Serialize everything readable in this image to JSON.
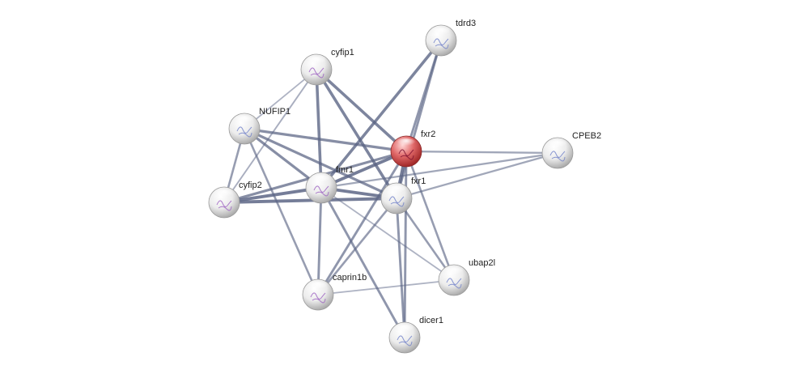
{
  "network": {
    "query_protein": "fxr2",
    "colors": {
      "query_node": "#d9534f",
      "partner_node": "#e6e6e6",
      "edge": "#5a6484",
      "label": "#222222"
    },
    "nodes": [
      {
        "id": "tdrd3",
        "label": "tdrd3",
        "query": false
      },
      {
        "id": "cyfip1",
        "label": "cyfip1",
        "query": false
      },
      {
        "id": "NUFIP1",
        "label": "NUFIP1",
        "query": false
      },
      {
        "id": "fxr2",
        "label": "fxr2",
        "query": true
      },
      {
        "id": "CPEB2",
        "label": "CPEB2",
        "query": false
      },
      {
        "id": "fmr1",
        "label": "fmr1",
        "query": false
      },
      {
        "id": "fxr1",
        "label": "fxr1",
        "query": false
      },
      {
        "id": "cyfip2",
        "label": "cyfip2",
        "query": false
      },
      {
        "id": "ubap2l",
        "label": "ubap2l",
        "query": false
      },
      {
        "id": "caprin1b",
        "label": "caprin1b",
        "query": false
      },
      {
        "id": "dicer1",
        "label": "dicer1",
        "query": false
      }
    ],
    "edges": [
      {
        "source": "cyfip1",
        "target": "NUFIP1",
        "strength": 0.25
      },
      {
        "source": "cyfip1",
        "target": "fmr1",
        "strength": 0.8
      },
      {
        "source": "cyfip1",
        "target": "fxr2",
        "strength": 0.8
      },
      {
        "source": "cyfip1",
        "target": "fxr1",
        "strength": 0.8
      },
      {
        "source": "cyfip1",
        "target": "cyfip2",
        "strength": 0.3
      },
      {
        "source": "tdrd3",
        "target": "fxr2",
        "strength": 0.6
      },
      {
        "source": "tdrd3",
        "target": "fmr1",
        "strength": 0.8
      },
      {
        "source": "tdrd3",
        "target": "fxr1",
        "strength": 0.6
      },
      {
        "source": "NUFIP1",
        "target": "fxr2",
        "strength": 0.7
      },
      {
        "source": "NUFIP1",
        "target": "fmr1",
        "strength": 0.7
      },
      {
        "source": "NUFIP1",
        "target": "fxr1",
        "strength": 0.7
      },
      {
        "source": "NUFIP1",
        "target": "cyfip2",
        "strength": 0.5
      },
      {
        "source": "NUFIP1",
        "target": "caprin1b",
        "strength": 0.5
      },
      {
        "source": "fxr2",
        "target": "CPEB2",
        "strength": 0.4
      },
      {
        "source": "fxr2",
        "target": "fmr1",
        "strength": 0.9
      },
      {
        "source": "fxr2",
        "target": "fxr1",
        "strength": 0.9
      },
      {
        "source": "fxr2",
        "target": "cyfip2",
        "strength": 0.7
      },
      {
        "source": "fxr2",
        "target": "caprin1b",
        "strength": 0.6
      },
      {
        "source": "fxr2",
        "target": "dicer1",
        "strength": 0.6
      },
      {
        "source": "fxr2",
        "target": "ubap2l",
        "strength": 0.5
      },
      {
        "source": "CPEB2",
        "target": "fxr1",
        "strength": 0.4
      },
      {
        "source": "CPEB2",
        "target": "fmr1",
        "strength": 0.4
      },
      {
        "source": "fmr1",
        "target": "fxr1",
        "strength": 0.9
      },
      {
        "source": "fmr1",
        "target": "cyfip2",
        "strength": 0.9
      },
      {
        "source": "fmr1",
        "target": "caprin1b",
        "strength": 0.6
      },
      {
        "source": "fmr1",
        "target": "ubap2l",
        "strength": 0.25
      },
      {
        "source": "fmr1",
        "target": "dicer1",
        "strength": 0.6
      },
      {
        "source": "fxr1",
        "target": "cyfip2",
        "strength": 0.9
      },
      {
        "source": "fxr1",
        "target": "caprin1b",
        "strength": 0.5
      },
      {
        "source": "fxr1",
        "target": "ubap2l",
        "strength": 0.5
      },
      {
        "source": "fxr1",
        "target": "dicer1",
        "strength": 0.6
      },
      {
        "source": "caprin1b",
        "target": "ubap2l",
        "strength": 0.25
      }
    ]
  }
}
